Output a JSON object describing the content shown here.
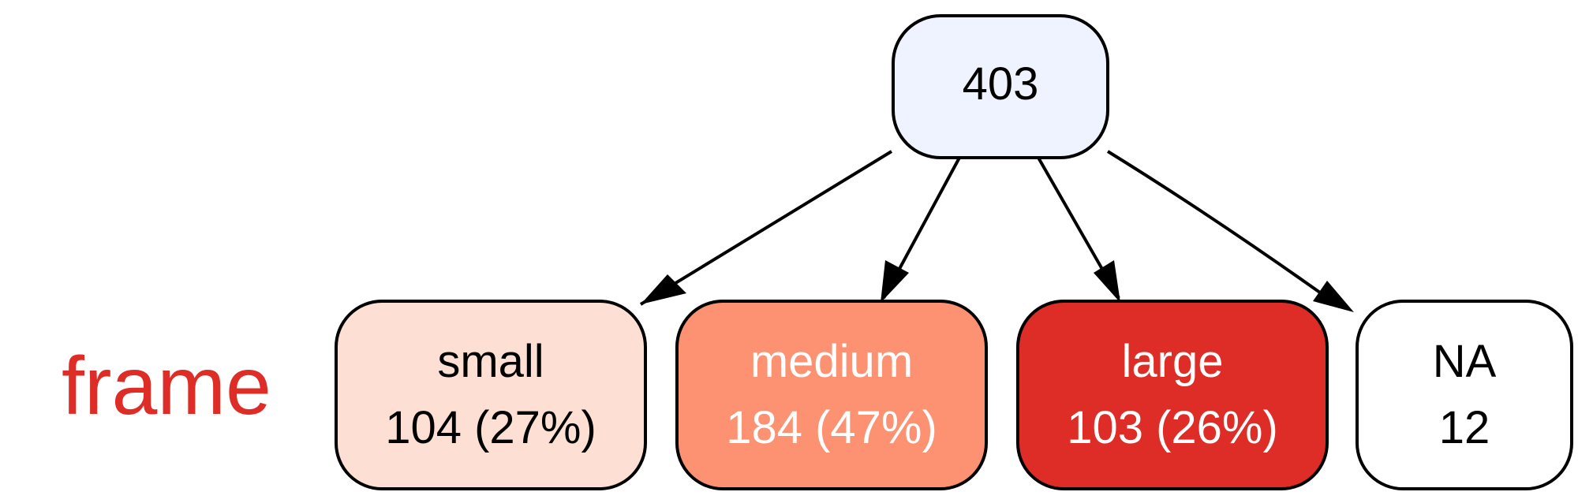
{
  "side_label": {
    "text": "frame",
    "color": "#de2d26"
  },
  "root": {
    "label": "403",
    "fill": "#eef3ff"
  },
  "children": [
    {
      "label": "small",
      "count": "104 (27%)",
      "fill": "#fde0d3",
      "text_color": "#000000"
    },
    {
      "label": "medium",
      "count": "184 (47%)",
      "fill": "#fc9272",
      "text_color": "#ffffff"
    },
    {
      "label": "large",
      "count": "103 (26%)",
      "fill": "#de2d26",
      "text_color": "#ffffff"
    },
    {
      "label": "NA",
      "count": "12",
      "fill": "#ffffff",
      "text_color": "#000000"
    }
  ]
}
